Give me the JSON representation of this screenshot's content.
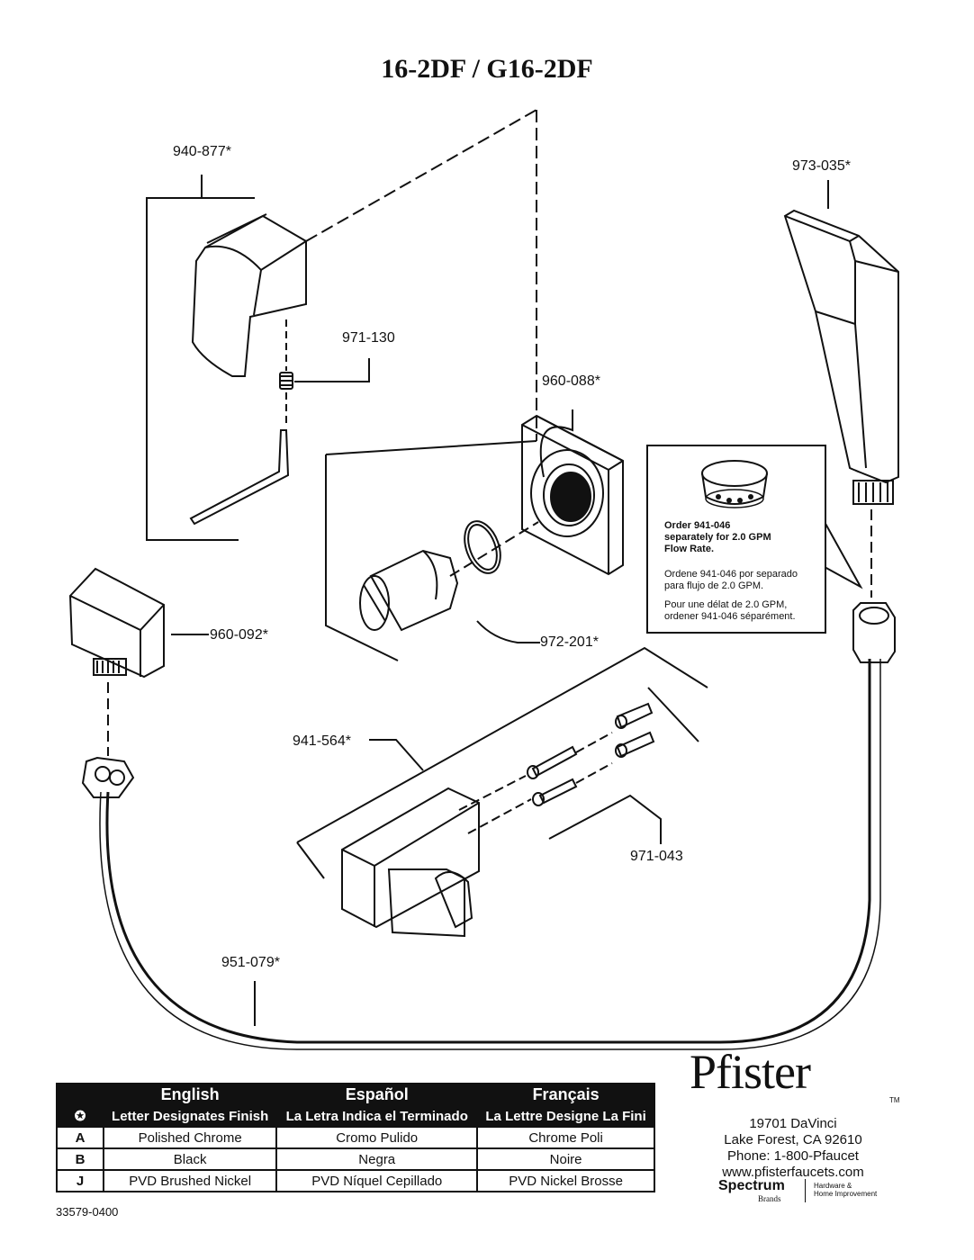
{
  "title": "16-2DF / G16-2DF",
  "callouts": {
    "handle": "940-877*",
    "set_screw": "971-130",
    "escutcheon": "960-088*",
    "hand_shower": "973-035*",
    "elbow": "960-092*",
    "adapter": "972-201*",
    "bracket": "941-564*",
    "screws": "971-043",
    "hose": "951-079*"
  },
  "note": {
    "line1": "Order 941-046",
    "line2": "separately for 2.0 GPM",
    "line3": "Flow Rate.",
    "es1": "Ordene 941-046 por separado",
    "es2": "para flujo de 2.0 GPM.",
    "fr1": "Pour une délat de 2.0 GPM,",
    "fr2": "ordener 941-046 séparément."
  },
  "finish_table": {
    "headers": [
      "English",
      "Español",
      "Français"
    ],
    "star": "✪",
    "subheaders": [
      "Letter Designates Finish",
      "La Letra Indica el Terminado",
      "La Lettre Designe La Fini"
    ],
    "rows": [
      {
        "letter": "A",
        "en": "Polished Chrome",
        "es": "Cromo Pulido",
        "fr": "Chrome Poli"
      },
      {
        "letter": "B",
        "en": "Black",
        "es": "Negra",
        "fr": "Noire"
      },
      {
        "letter": "J",
        "en": "PVD Brushed Nickel",
        "es": "PVD Níquel Cepillado",
        "fr": "PVD Nickel Brosse"
      }
    ]
  },
  "company": {
    "brand": "Pfister",
    "tm": "TM",
    "address1": "19701 DaVinci",
    "address2": "Lake Forest, CA 92610",
    "phone": "Phone: 1-800-Pfaucet",
    "web": "www.pfisterfaucets.com",
    "parent": "Spectrum",
    "parent_sub": "Brands",
    "parent_tag1": "Hardware &",
    "parent_tag2": "Home Improvement"
  },
  "doc_number": "33579-0400"
}
